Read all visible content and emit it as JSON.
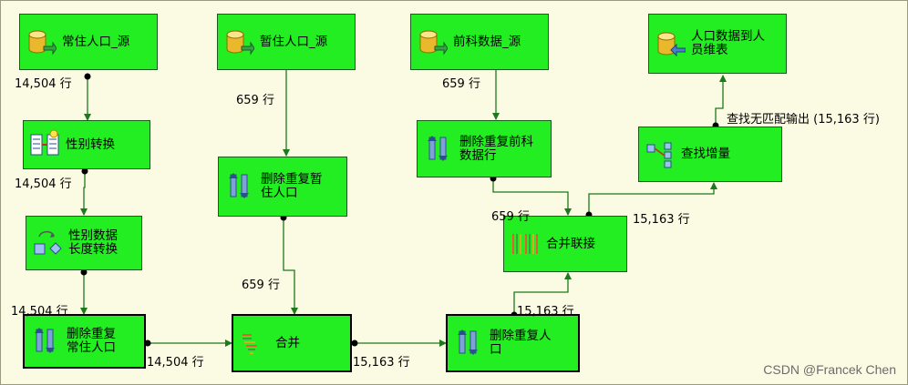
{
  "components": {
    "src_resident": "常住人口_源",
    "src_temp": "暂住人口_源",
    "src_prev": "前科数据_源",
    "dst_personnel": "人口数据到人员维表",
    "gender_convert": "性别转换",
    "gender_length": "性别数据长度转换",
    "dedup_resident": "删除重复常住人口",
    "dedup_temp": "删除重复暂住人口",
    "dedup_prev": "删除重复前科数据行",
    "union": "合并",
    "dedup_person": "删除重复人口",
    "merge_join": "合并联接",
    "lookup": "查找增量"
  },
  "row_counts": {
    "resident_out": "14,504 行",
    "gender_out": "14,504 行",
    "length_out": "14,504 行",
    "dedup_resident_out": "14,504 行",
    "temp_out": "659 行",
    "dedup_temp_out": "659 行",
    "prev_out": "659 行",
    "dedup_prev_out": "659 行",
    "union_out": "15,163 行",
    "dedup_person_out": "15,163 行",
    "merge_out": "15,163 行",
    "lookup_out": "查找无匹配输出 (15,163 行)"
  },
  "watermark": "CSDN @Francek Chen",
  "colors": {
    "node_fill": "#22ee22",
    "canvas": "#fbfbe4",
    "connector": "#1b7a1b"
  },
  "icons": {
    "source": "db-source-icon",
    "destination": "db-destination-icon",
    "convert": "data-conversion-icon",
    "derived": "derived-column-icon",
    "sort": "sort-icon",
    "union": "union-all-icon",
    "merge_join": "merge-join-icon",
    "lookup": "lookup-icon"
  }
}
